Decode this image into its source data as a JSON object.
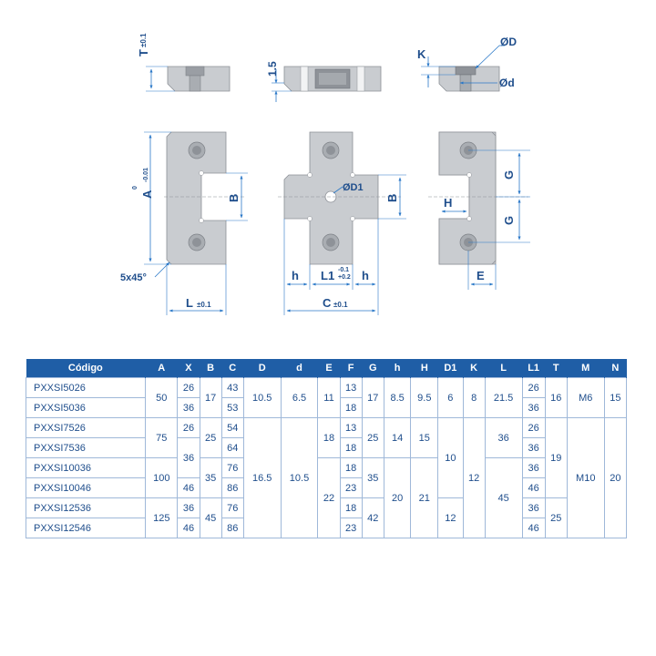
{
  "drawing": {
    "labels": {
      "T": "T",
      "T_tol": "±0.1",
      "h15": "1.5",
      "K": "K",
      "D": "ØD",
      "d": "Ød",
      "A": "A",
      "A_tol_top": "0",
      "A_tol_bot": "-0.01",
      "B": "B",
      "chamfer": "5x45°",
      "L": "L",
      "L_tol": "±0.1",
      "D1": "ØD1",
      "h": "h",
      "L1": "L1",
      "L1_tol_top": "-0.1",
      "L1_tol_bot": "+0.2",
      "C": "C",
      "C_tol": "±0.1",
      "H": "H",
      "G": "G",
      "E": "E"
    }
  },
  "table": {
    "headers": [
      "Código",
      "A",
      "X",
      "B",
      "C",
      "D",
      "d",
      "E",
      "F",
      "G",
      "h",
      "H",
      "D1",
      "K",
      "L",
      "L1",
      "T",
      "M",
      "N"
    ],
    "rows": [
      [
        {
          "t": "PXXSI5026"
        },
        {
          "t": "50",
          "rs": 2
        },
        {
          "t": "26"
        },
        {
          "t": "17",
          "rs": 2
        },
        {
          "t": "43"
        },
        {
          "t": "10.5",
          "rs": 2
        },
        {
          "t": "6.5",
          "rs": 2
        },
        {
          "t": "11",
          "rs": 2
        },
        {
          "t": "13"
        },
        {
          "t": "17",
          "rs": 2
        },
        {
          "t": "8.5",
          "rs": 2
        },
        {
          "t": "9.5",
          "rs": 2
        },
        {
          "t": "6",
          "rs": 2
        },
        {
          "t": "8",
          "rs": 2
        },
        {
          "t": "21.5",
          "rs": 2
        },
        {
          "t": "26"
        },
        {
          "t": "16",
          "rs": 2
        },
        {
          "t": "M6",
          "rs": 2
        },
        {
          "t": "15",
          "rs": 2
        }
      ],
      [
        {
          "t": "PXXSI5036"
        },
        {
          "t": "36"
        },
        {
          "t": "53"
        },
        {
          "t": "18"
        },
        {
          "t": "36"
        }
      ],
      [
        {
          "t": "PXXSI7526"
        },
        {
          "t": "75",
          "rs": 2
        },
        {
          "t": "26"
        },
        {
          "t": "25",
          "rs": 2
        },
        {
          "t": "54"
        },
        {
          "t": "16.5",
          "rs": 6
        },
        {
          "t": "10.5",
          "rs": 6
        },
        {
          "t": "18",
          "rs": 2
        },
        {
          "t": "13"
        },
        {
          "t": "25",
          "rs": 2
        },
        {
          "t": "14",
          "rs": 2
        },
        {
          "t": "15",
          "rs": 2
        },
        {
          "t": "10",
          "rs": 4
        },
        {
          "t": "12",
          "rs": 6
        },
        {
          "t": "36",
          "rs": 2
        },
        {
          "t": "26"
        },
        {
          "t": "19",
          "rs": 4
        },
        {
          "t": "M10",
          "rs": 6
        },
        {
          "t": "20",
          "rs": 6
        }
      ],
      [
        {
          "t": "PXXSI7536"
        },
        {
          "t": "36",
          "rs": 2
        },
        {
          "t": "64"
        },
        {
          "t": "18"
        },
        {
          "t": "36"
        }
      ],
      [
        {
          "t": "PXXSI10036"
        },
        {
          "t": "100",
          "rs": 2
        },
        {
          "t": "35",
          "rs": 2
        },
        {
          "t": "76"
        },
        {
          "t": "22",
          "rs": 4
        },
        {
          "t": "18"
        },
        {
          "t": "35",
          "rs": 2
        },
        {
          "t": "20",
          "rs": 4
        },
        {
          "t": "21",
          "rs": 4
        },
        {
          "t": "45",
          "rs": 4
        },
        {
          "t": "36"
        }
      ],
      [
        {
          "t": "PXXSI10046"
        },
        {
          "t": "46"
        },
        {
          "t": "86"
        },
        {
          "t": "23"
        },
        {
          "t": "46"
        }
      ],
      [
        {
          "t": "PXXSI12536"
        },
        {
          "t": "125",
          "rs": 2
        },
        {
          "t": "36"
        },
        {
          "t": "45",
          "rs": 2
        },
        {
          "t": "76"
        },
        {
          "t": "18"
        },
        {
          "t": "42",
          "rs": 2
        },
        {
          "t": "12",
          "rs": 2
        },
        {
          "t": "36"
        },
        {
          "t": "25",
          "rs": 2
        }
      ],
      [
        {
          "t": "PXXSI12546"
        },
        {
          "t": "46"
        },
        {
          "t": "86"
        },
        {
          "t": "23"
        },
        {
          "t": "46"
        }
      ]
    ]
  }
}
